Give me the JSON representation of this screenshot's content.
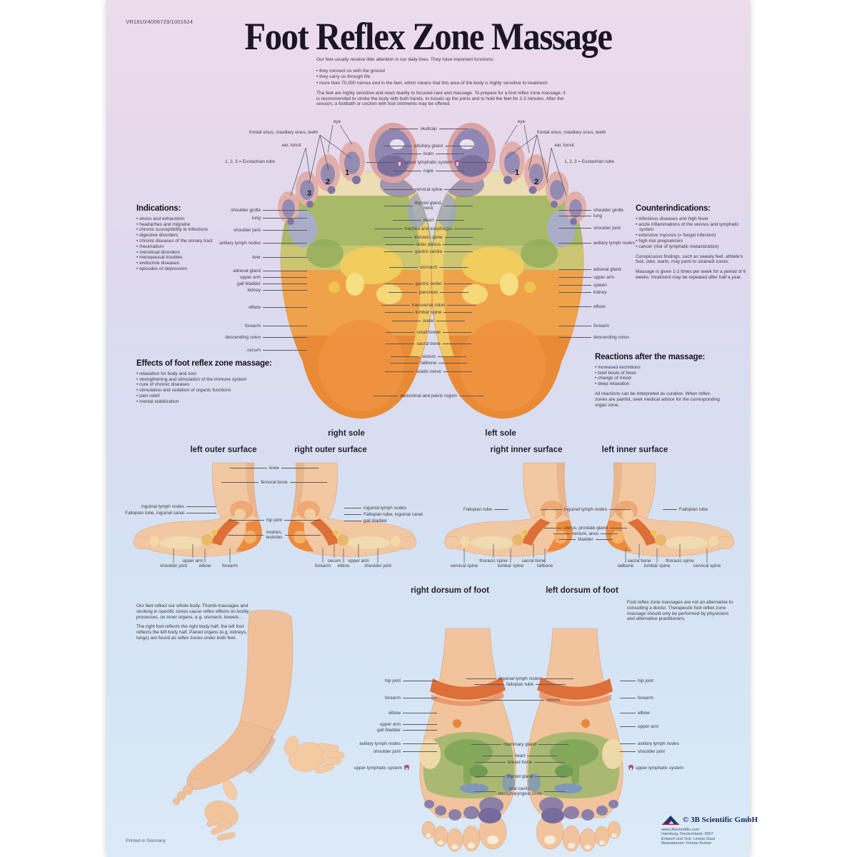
{
  "meta": {
    "product_code": "VR1810/4006729/1001624",
    "printed": "Printed in Germany"
  },
  "title": "Foot Reflex Zone Massage",
  "intro": {
    "lead": "Our feet usually receive little attention in our daily lives. They have important functions:",
    "bullets": [
      "they connect us with the ground",
      "they carry us through life",
      "more than 70,000 nerves end in the feet, which means that this area of the body is highly sensitive to treatment"
    ],
    "para": "The feet are highly sensitive and react readily to focused care and massage. To prepare for a foot reflex zone massage, it is recommended to stroke the body with both hands, to loosen up the joints and to hold the feet for 2-3 minutes. After the session, a footbath or unction with foot ointments may be offered."
  },
  "indications": {
    "title": "Indications:",
    "items": [
      "stress and exhaustion",
      "headaches and migraine",
      "chronic susceptibility to infections",
      "digestive disorders",
      "chronic diseases of the urinary tract",
      "rheumatism",
      "menstrual disorders",
      "menopausal troubles",
      "endocrine diseases",
      "episodes of depression"
    ]
  },
  "counterindications": {
    "title": "Counterindications:",
    "items": [
      "infectious diseases and high fever",
      "acute inflammations of the venous and lymphatic system",
      "extensive mycosis (= fungal infection)",
      "high-risk pregnancies",
      "cancer (risk of lymphatic metastization)"
    ],
    "note1": "Conspicuous findings, such as sweaty feet, athlete's foot, odor, warts, may point to strained zones.",
    "note2": "Massage is given 1-2 times per week for a period of 6 weeks; treatment may be repeated after half a year."
  },
  "effects": {
    "title": "Effects of foot reflex zone massage:",
    "items": [
      "relaxation for body and soul",
      "strengthening and stimulation of the immune system",
      "cure of chronic diseases",
      "stimulation and sedation of organic functions",
      "pain relief",
      "mental stabilization"
    ]
  },
  "reactions": {
    "title": "Reactions after the massage:",
    "items": [
      "increased excretions",
      "brief bouts of fever",
      "change of mood",
      "deep relaxation"
    ],
    "note": "All reactions can be interpreted as curative. When reflex zones are painful, seek medical advice for the corresponding organ zone."
  },
  "soles": {
    "captions": {
      "right": "right sole",
      "left": "left sole"
    },
    "toe_left": {
      "eye": "eye",
      "sinus": "frontal sinus, maxillary sinus, teeth",
      "ear": "ear, tonsil",
      "eustachian": "1, 2, 3 = Eustachian tube"
    },
    "toe_right": {
      "eye": "eye",
      "sinus": "frontal sinus, maxillary sinus, teeth",
      "ear": "ear, tonsil",
      "eustachian": "1, 2, 3 = Eustachian tube"
    },
    "toe_numbers": [
      "1",
      "2",
      "3"
    ],
    "left_labels": [
      "shoulder girdle",
      "lung",
      "shoulder joint",
      "axillary lymph nodes",
      "liver",
      "adrenal gland",
      "upper arm",
      "gall bladder",
      "kidney",
      "elbow",
      "forearm",
      "descending colon",
      "cecum"
    ],
    "center_labels": [
      "skullcap",
      "pituitary gland",
      "brain",
      "upper lymphatic system",
      "nape",
      "cervical spine",
      "thyroid gland,\nneck",
      "heart",
      "trachea and esophagus",
      "thoracic spine",
      "solar plexus",
      "gastric cardia",
      "stomach",
      "gastric outlet",
      "pancreas",
      "transverse colon",
      "lumbar spine",
      "ureter",
      "small bowel",
      "sacral bone",
      "rectum",
      "tailbone",
      "sciatic nerve",
      "abdominal and pelvic region"
    ],
    "right_labels": [
      "shoulder girdle",
      "lung",
      "shoulder joint",
      "axillary lymph nodes",
      "adrenal gland",
      "upper arm",
      "spleen",
      "kidney",
      "elbow",
      "forearm",
      "descending colon"
    ]
  },
  "surfaces": {
    "headings": {
      "outer_left": "left outer surface",
      "outer_right": "right outer surface",
      "inner_right": "right inner surface",
      "inner_left": "left inner surface"
    },
    "center_top": [
      "knee",
      "femoral bone"
    ],
    "outer_left_labels": [
      "inguinal lymph nodes",
      "Fallopian tube, inguinal canal"
    ],
    "outer_center": [
      "hip joint",
      "ovaries,\ntesticles"
    ],
    "outer_right_labels": [
      "inguinal lymph nodes",
      "Fallopian tube, inguinal canal",
      "gall bladder"
    ],
    "outer_bottom": [
      "shoulder joint",
      "upper arm",
      "elbow",
      "forearm",
      "forearm",
      "cecum",
      "elbow",
      "upper arm",
      "shoulder joint"
    ],
    "inner_left_label": [
      "Fallopian tube"
    ],
    "inner_top_center": [
      "inguinal lymph nodes"
    ],
    "inner_right_label": [
      "Fallopian tube"
    ],
    "inner_center": [
      "uterus, prostate gland",
      "rectum, anus",
      "bladder"
    ],
    "inner_bottom": [
      "cervical spine",
      "thoracic spine",
      "lumbar spine",
      "sacral bone",
      "tailbone",
      "tailbone",
      "sacral bone",
      "lumbar spine",
      "thoracic spine",
      "cervical spine"
    ]
  },
  "dorsum": {
    "headings": {
      "right": "right dorsum of foot",
      "left": "left dorsum of foot"
    },
    "left_labels": [
      "hip joint",
      "forearm",
      "elbow",
      "upper arm",
      "gall bladder",
      "axillary lymph nodes",
      "shoulder joint"
    ],
    "left_lymph": "upper lymphatic system",
    "center_labels": [
      "inguinal lymph nodes",
      "fallopian tube",
      "cecum",
      "mammary gland",
      "heart",
      "breast bone",
      "thyroid gland",
      "oral cavity,\nnasopharyngeal zone"
    ],
    "right_labels": [
      "hip joint",
      "forearm",
      "elbow",
      "upper arm",
      "axillary lymph nodes",
      "shoulder joint"
    ],
    "right_lymph": "upper lymphatic system",
    "note_left1": "Our feet reflect our whole body. Thumb massages and stroking in specific zones cause reflex effects on bodily processes, on inner organs, e.g. stomach, bowels…",
    "note_left2": "The right foot reflects the right body half, the left foot reflects the left body half. Paired organs (e.g. kidneys, lungs) are found as reflex zones under both feet.",
    "note_right": "Foot reflex zone massages are not an alternative to consulting a doctor. Therapeutic foot reflex zone massage should only be performed by physicians and alternative practitioners."
  },
  "publisher": {
    "copyright": "© 3B Scientific GmbH",
    "lines": [
      "www.3bscientific.com",
      "Hamburg, Deutschland, 2007",
      "Entwurf und Text: Leonie Gaul",
      "Illustrationen: Florian Kreher"
    ]
  },
  "colors": {
    "background_top": "#ecdcec",
    "background_bottom": "#d6e6f6",
    "zone_green": "#a8ba68",
    "zone_yellow": "#eecf62",
    "zone_orange": "#f0a24a",
    "zone_heel_orange": "#e98a35",
    "zone_purple": "#9187b4",
    "skin": "#edc4a2",
    "lymph_icon": "#a4577c"
  }
}
